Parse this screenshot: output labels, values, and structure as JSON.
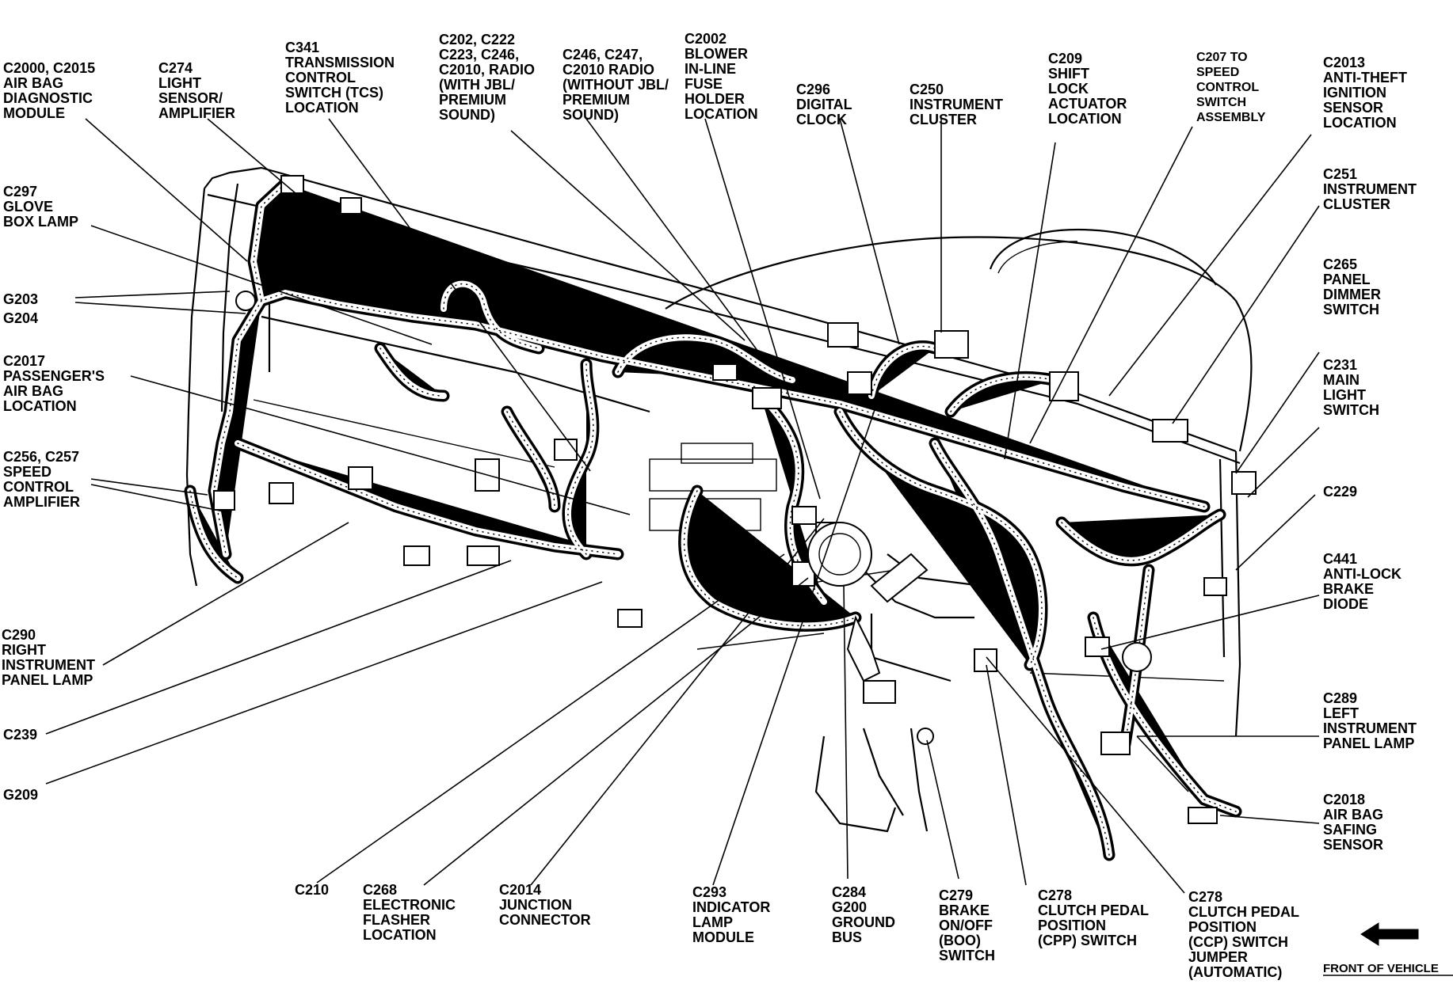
{
  "labels": {
    "c2000": [
      "C2000, C2015",
      "AIR BAG",
      "DIAGNOSTIC",
      "MODULE"
    ],
    "c274": [
      "C274",
      "LIGHT",
      "SENSOR/",
      "AMPLIFIER"
    ],
    "c341": [
      "C341",
      "TRANSMISSION",
      "CONTROL",
      "SWITCH (TCS)",
      "LOCATION"
    ],
    "c202": [
      "C202, C222",
      "C223, C246,",
      "C2010, RADIO",
      "(WITH JBL/",
      "PREMIUM",
      "SOUND)"
    ],
    "c246": [
      "C246, C247,",
      "C2010 RADIO",
      "(WITHOUT JBL/",
      "PREMIUM",
      "SOUND)"
    ],
    "c2002": [
      "C2002",
      "BLOWER",
      "IN-LINE",
      "FUSE",
      "HOLDER",
      "LOCATION"
    ],
    "c296": [
      "C296",
      "DIGITAL",
      "CLOCK"
    ],
    "c250": [
      "C250",
      "INSTRUMENT",
      "CLUSTER"
    ],
    "c209": [
      "C209",
      "SHIFT",
      "LOCK",
      "ACTUATOR",
      "LOCATION"
    ],
    "c207": [
      "C207 TO",
      "SPEED",
      "CONTROL",
      "SWITCH",
      "ASSEMBLY"
    ],
    "c2013": [
      "C2013",
      "ANTI-THEFT",
      "IGNITION",
      "SENSOR",
      "LOCATION"
    ],
    "c297": [
      "C297",
      "GLOVE",
      "BOX LAMP"
    ],
    "g203": [
      "G203",
      "G204"
    ],
    "c2017": [
      "C2017",
      "PASSENGER'S",
      "AIR BAG",
      "LOCATION"
    ],
    "c256": [
      "C256, C257",
      "SPEED",
      "CONTROL",
      "AMPLIFIER"
    ],
    "c290": [
      "C290",
      "RIGHT",
      "INSTRUMENT",
      "PANEL LAMP"
    ],
    "c239": [
      "C239"
    ],
    "g209": [
      "G209"
    ],
    "c251": [
      "C251",
      "INSTRUMENT",
      "CLUSTER"
    ],
    "c265": [
      "C265",
      "PANEL",
      "DIMMER",
      "SWITCH"
    ],
    "c231": [
      "C231",
      "MAIN",
      "LIGHT",
      "SWITCH"
    ],
    "c229": [
      "C229"
    ],
    "c441": [
      "C441",
      "ANTI-LOCK",
      "BRAKE",
      "DIODE"
    ],
    "c289": [
      "C289",
      "LEFT",
      "INSTRUMENT",
      "PANEL LAMP"
    ],
    "c2018": [
      "C2018",
      "AIR BAG",
      "SAFING",
      "SENSOR"
    ],
    "c210": [
      "C210"
    ],
    "c268": [
      "C268",
      "ELECTRONIC",
      "FLASHER",
      "LOCATION"
    ],
    "c2014": [
      "C2014",
      "JUNCTION",
      "CONNECTOR"
    ],
    "c293": [
      "C293",
      "INDICATOR",
      "LAMP",
      "MODULE"
    ],
    "c284": [
      "C284",
      "G200",
      "GROUND",
      "BUS"
    ],
    "c279": [
      "C279",
      "BRAKE",
      "ON/OFF",
      "(BOO)",
      "SWITCH"
    ],
    "c278a": [
      "C278",
      "CLUTCH PEDAL",
      "POSITION",
      "(CPP) SWITCH"
    ],
    "c278b": [
      "C278",
      "CLUTCH PEDAL",
      "POSITION",
      "(CCP) SWITCH",
      "JUMPER",
      "(AUTOMATIC)"
    ]
  },
  "front_of_vehicle": "FRONT OF VEHICLE"
}
